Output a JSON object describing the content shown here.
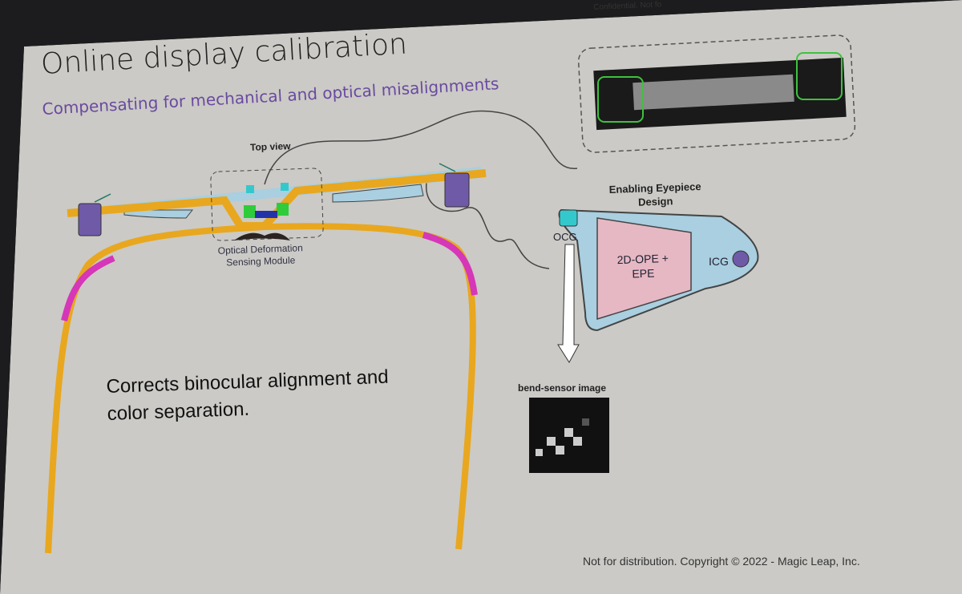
{
  "slide": {
    "title": "Online display calibration",
    "subtitle": "Compensating for mechanical and optical misalignments",
    "confidential": "Confidential. Not fo",
    "top_view_label": "Top view",
    "sensing_module_label": [
      "Optical Deformation",
      "Sensing Module"
    ],
    "eyepiece_label": [
      "Enabling Eyepiece",
      "Design"
    ],
    "ocg_label": "OCG",
    "icg_label": "ICG",
    "ope_label": [
      "2D-OPE +",
      "EPE"
    ],
    "bend_sensor_label": "bend-sensor image",
    "body_text": [
      "Corrects binocular alignment and",
      "color separation."
    ],
    "copyright": "Not for distribution. Copyright © 2022 - Magic Leap, Inc."
  },
  "colors": {
    "frame": "#e8a71e",
    "temple_accent": "#d636b8",
    "waveguide": "#a9cfe0",
    "sensor_cyan": "#33c9cc",
    "sensor_green": "#2ecc3a",
    "purple": "#6f5aa8",
    "ope_pink": "#e6b8c4"
  }
}
